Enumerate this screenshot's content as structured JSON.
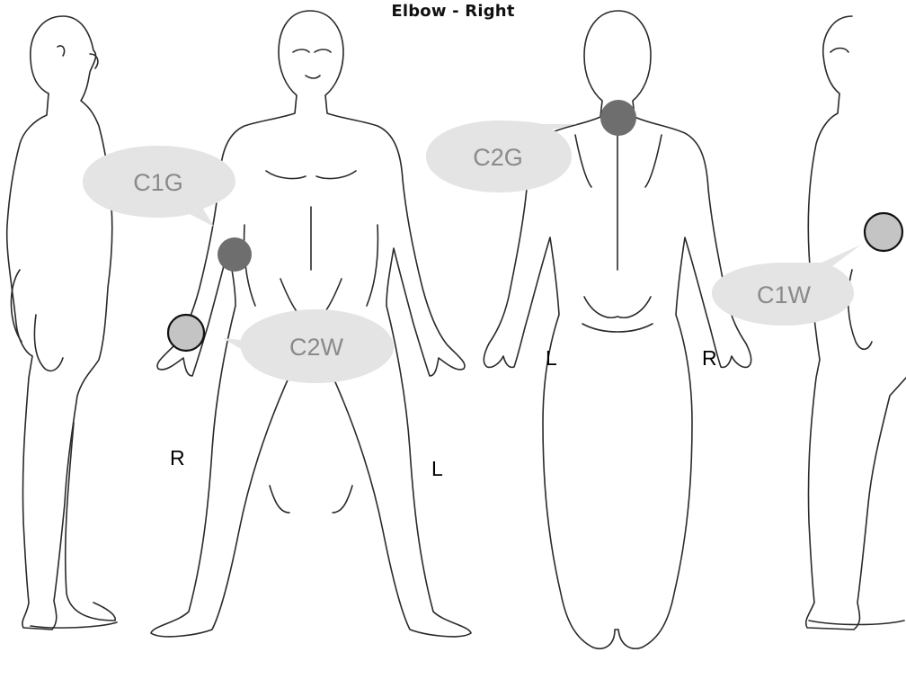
{
  "title": "Elbow - Right",
  "side_labels": {
    "front_right": "R",
    "front_left": "L",
    "back_left": "L",
    "back_right": "R"
  },
  "callouts": [
    {
      "id": "c1g",
      "label": "C1G"
    },
    {
      "id": "c2g",
      "label": "C2G"
    },
    {
      "id": "c2w",
      "label": "C2W"
    },
    {
      "id": "c1w",
      "label": "C1W"
    }
  ],
  "colors": {
    "bubble": "#e4e4e4",
    "marker_dark": "#6e6e6e",
    "marker_light": "#c4c4c4",
    "outline": "#2a2a2a"
  }
}
